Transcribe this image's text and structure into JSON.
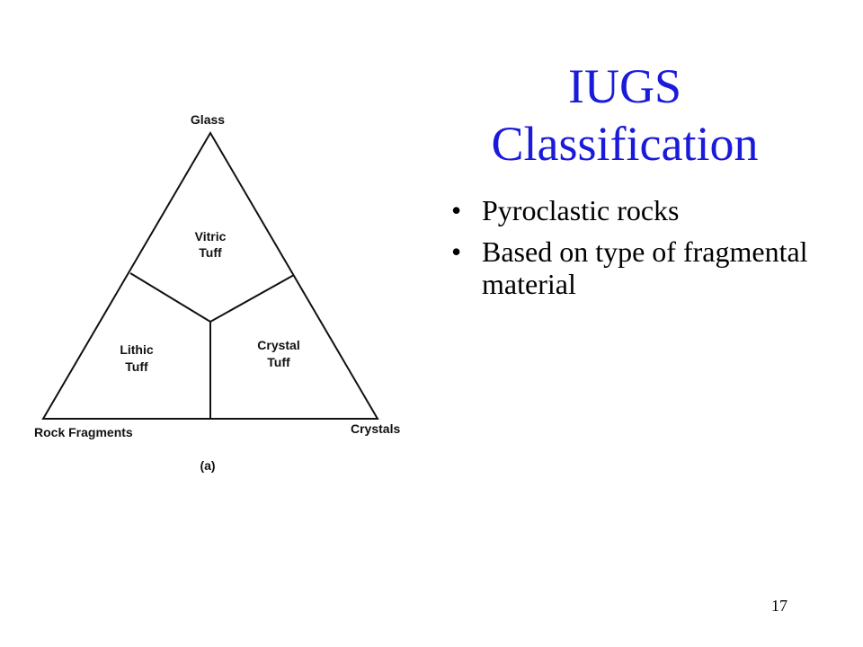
{
  "slide": {
    "title_line1": "IUGS",
    "title_line2": "Classification",
    "bullet_glyph": "•",
    "bullets": [
      "Pyroclastic rocks",
      "Based on type of fragmental material"
    ],
    "page_number": "17"
  },
  "diagram": {
    "apex_labels": {
      "top": "Glass",
      "bottom_left": "Rock Fragments",
      "bottom_right": "Crystals"
    },
    "fields": [
      {
        "line1": "Vitric",
        "line2": "Tuff"
      },
      {
        "line1": "Lithic",
        "line2": "Tuff"
      },
      {
        "line1": "Crystal",
        "line2": "Tuff"
      }
    ],
    "caption": "(a)"
  }
}
